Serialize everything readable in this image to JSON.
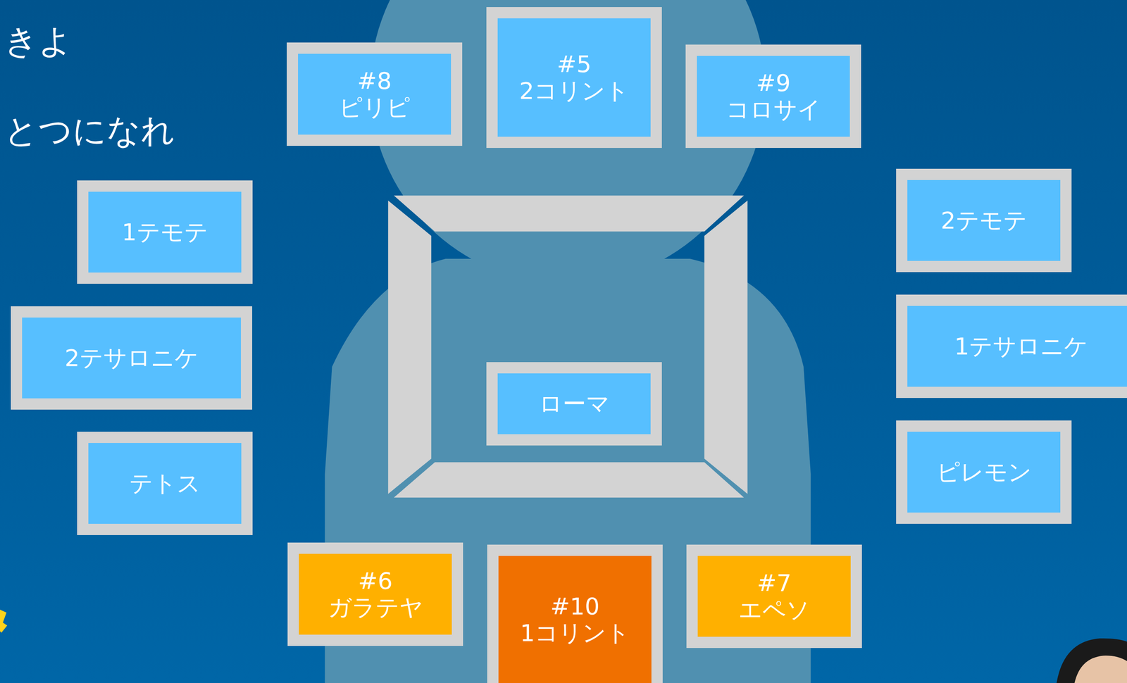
{
  "diagram": {
    "nodes": [
      {
        "text": [
          "#8",
          "ピリピ"
        ]
      },
      {
        "text": [
          "#5",
          "2コリント"
        ]
      },
      {
        "text": [
          "#9",
          "コロサイ"
        ]
      },
      {
        "text": [
          "1テモテ"
        ]
      },
      {
        "text": [
          "2テサロニケ"
        ]
      },
      {
        "text": [
          "テトス"
        ]
      },
      {
        "text": [
          "2テモテ"
        ]
      },
      {
        "text": [
          "1テサロニケ"
        ]
      },
      {
        "text": [
          "ピレモン"
        ]
      },
      {
        "text": [
          "ローマ"
        ]
      },
      {
        "text": [
          "#6",
          "ガラテヤ"
        ]
      },
      {
        "text": [
          "#10",
          "1コリント"
        ]
      },
      {
        "text": [
          "#7",
          "エペソ"
        ]
      }
    ],
    "labels": [
      "きよ",
      "とつになれ"
    ]
  }
}
